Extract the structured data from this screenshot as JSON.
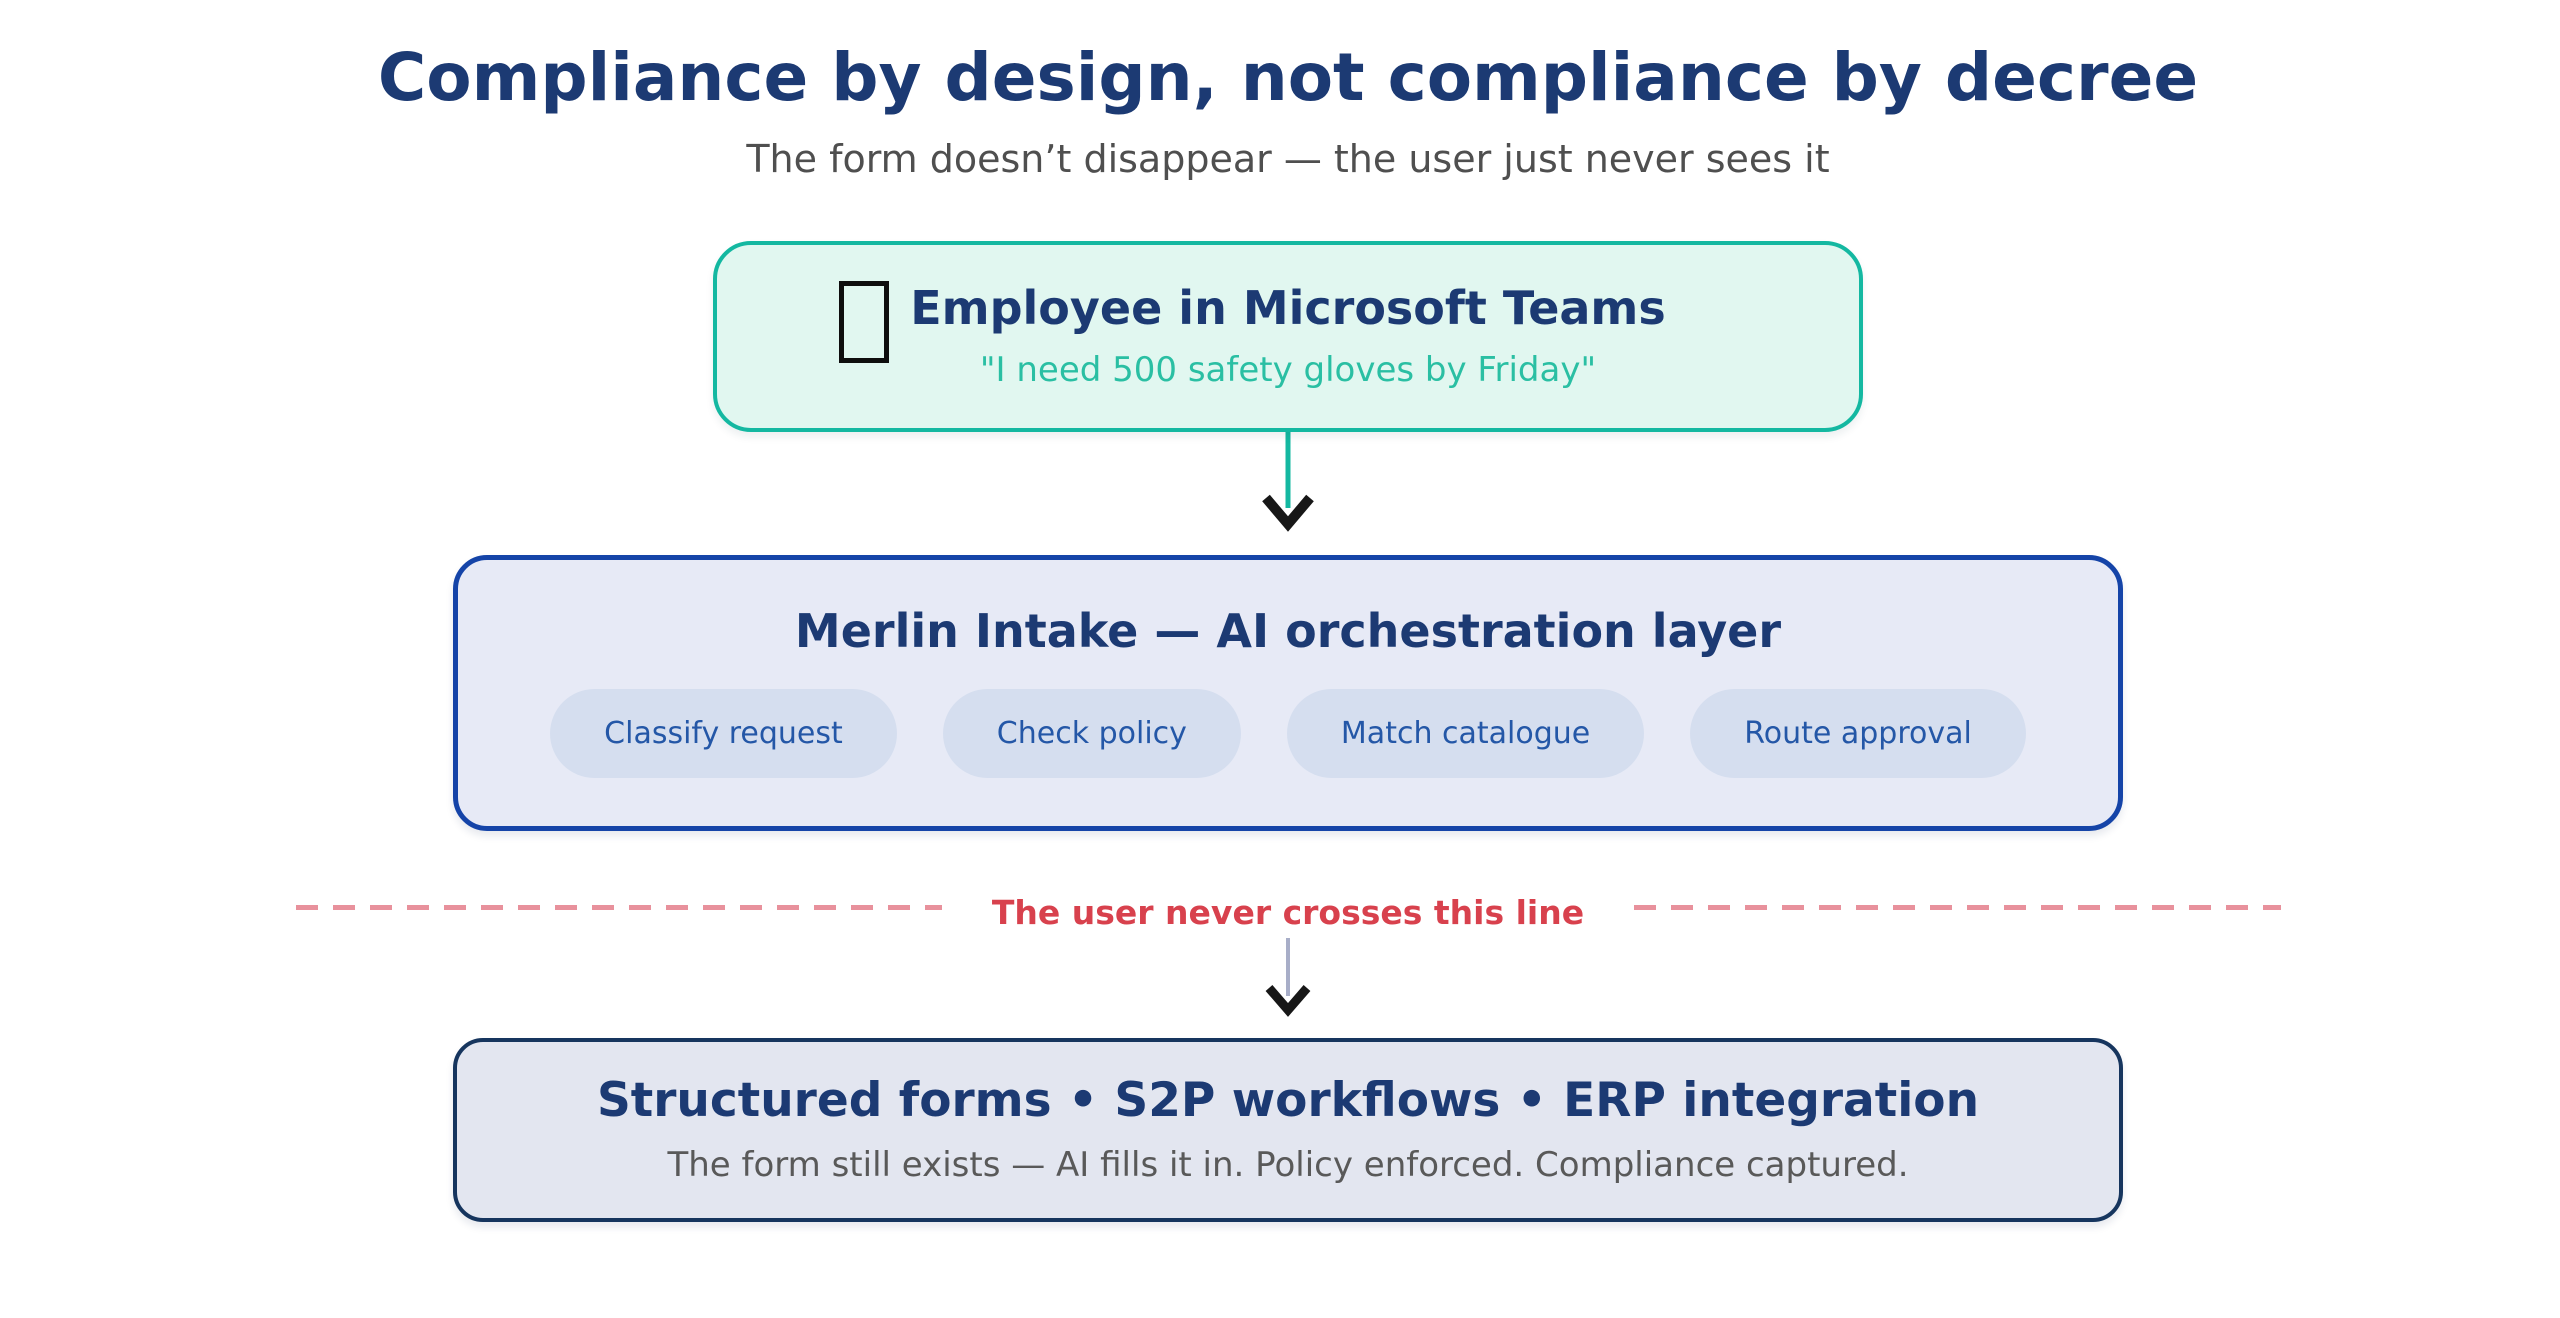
{
  "page": {
    "title": "Compliance by design, not compliance by decree",
    "subtitle": "The form doesn’t disappear — the user just never sees it"
  },
  "flow": {
    "employee_node": {
      "icon": "missing-glyph-box (unrendered emoji)",
      "title": "Employee in Microsoft Teams",
      "quote": "\"I need 500 safety gloves by Friday\""
    },
    "arrow_1": "down-arrow from employee node to intake node",
    "intake_node": {
      "title": "Merlin Intake — AI orchestration layer",
      "steps": [
        "Classify request",
        "Check policy",
        "Match catalogue",
        "Route approval"
      ]
    },
    "boundary": {
      "label": "The user never crosses this line"
    },
    "arrow_2": "down-arrow from boundary to output node",
    "output_node": {
      "title": "Structured forms • S2P workflows • ERP integration",
      "subtitle": "The form still exists — AI fills it in. Policy enforced. Compliance captured."
    }
  },
  "colors": {
    "heading_navy": "#1c3a73",
    "subtitle_gray": "#4f4f4f",
    "teal_border": "#14b8a1",
    "teal_background": "#e1f7f0",
    "teal_quote_text": "#2abfa3",
    "blue_border": "#1544a8",
    "intake_background": "#e7eaf6",
    "pill_background": "#d5deef",
    "pill_text": "#2457a7",
    "dash_pink": "#e8919c",
    "boundary_red": "#d8414d",
    "output_background": "#e3e6f0",
    "output_border": "#16355e",
    "arrow2_line": "#a8aec8",
    "arrowhead_black": "#171717"
  }
}
